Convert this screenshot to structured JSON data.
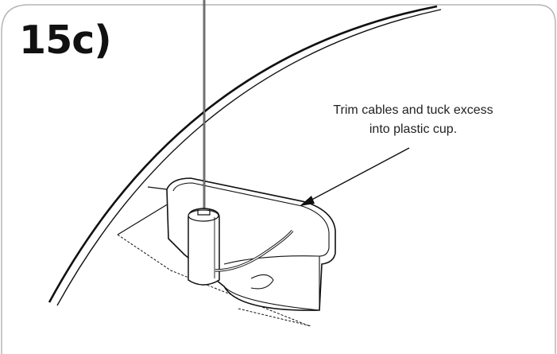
{
  "step": {
    "label": "15c)"
  },
  "callout": {
    "line1": "Trim cables and tuck excess",
    "line2": "into plastic cup."
  }
}
